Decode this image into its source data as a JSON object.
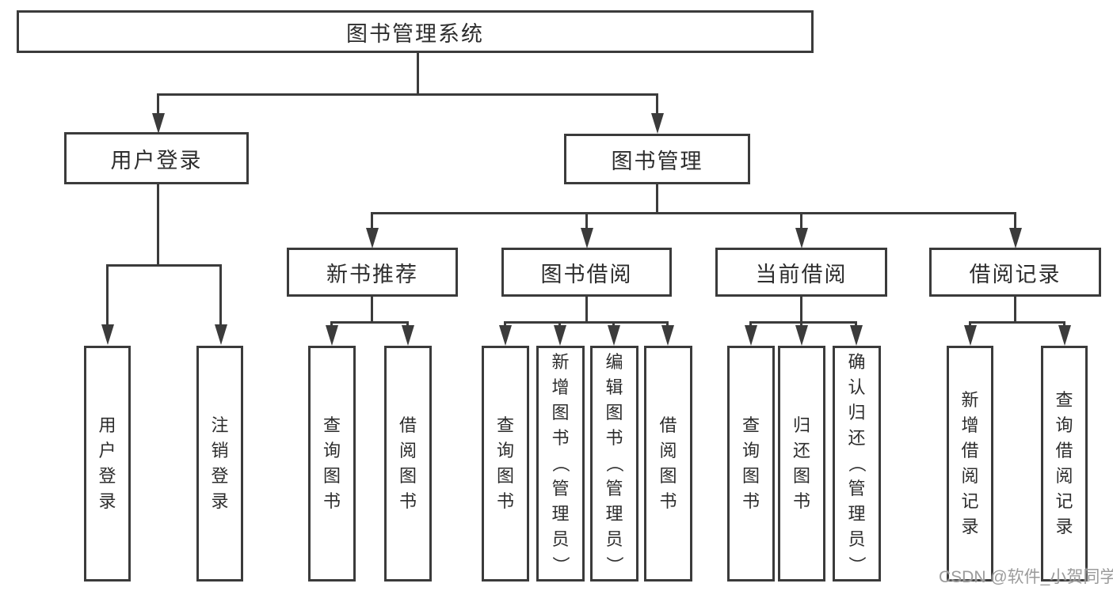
{
  "diagram": {
    "root_label": "图书管理系统",
    "level2": [
      {
        "label": "用户登录"
      },
      {
        "label": "图书管理"
      }
    ],
    "level3": [
      {
        "label": "新书推荐"
      },
      {
        "label": "图书借阅"
      },
      {
        "label": "当前借阅"
      },
      {
        "label": "借阅记录"
      }
    ],
    "leaves": {
      "user_login": [
        "用户登录",
        "注销登录"
      ],
      "new_book_recommend": [
        "查询图书",
        "借阅图书"
      ],
      "book_borrowing": [
        "查询图书",
        "新增图书（管理员）",
        "编辑图书（管理员）",
        "借阅图书"
      ],
      "current_borrowing": [
        "查询图书",
        "归还图书",
        "确认归还（管理员）"
      ],
      "borrowing_records": [
        "新增借阅记录",
        "查询借阅记录"
      ]
    }
  },
  "watermark": "CSDN @软件_小贺同学",
  "colors": {
    "line": "#3b3b3b",
    "text": "#2d2d2d",
    "watermark": "#969696",
    "background": "#ffffff"
  }
}
